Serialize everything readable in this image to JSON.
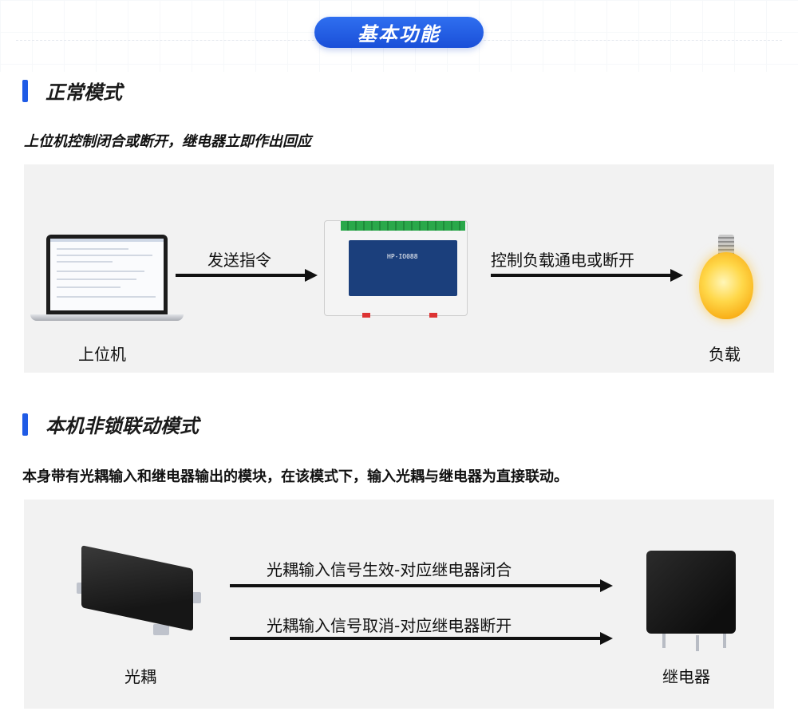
{
  "header": {
    "title": "基本功能"
  },
  "section1": {
    "title": "正常模式",
    "description": "上位机控制闭合或断开，继电器立即作出回应",
    "labels": {
      "pc": "上位机",
      "command": "发送指令",
      "control": "控制负载通电或断开",
      "load": "负载"
    },
    "device": {
      "model": "HP-IO088"
    }
  },
  "section2": {
    "title": "本机非锁联动模式",
    "description": "本身带有光耦输入和继电器输出的模块，在该模式下，输入光耦与继电器为直接联动。",
    "labels": {
      "opto": "光耦",
      "relay": "继电器",
      "signal_on": "光耦输入信号生效-对应继电器闭合",
      "signal_off": "光耦输入信号取消-对应继电器断开"
    }
  }
}
